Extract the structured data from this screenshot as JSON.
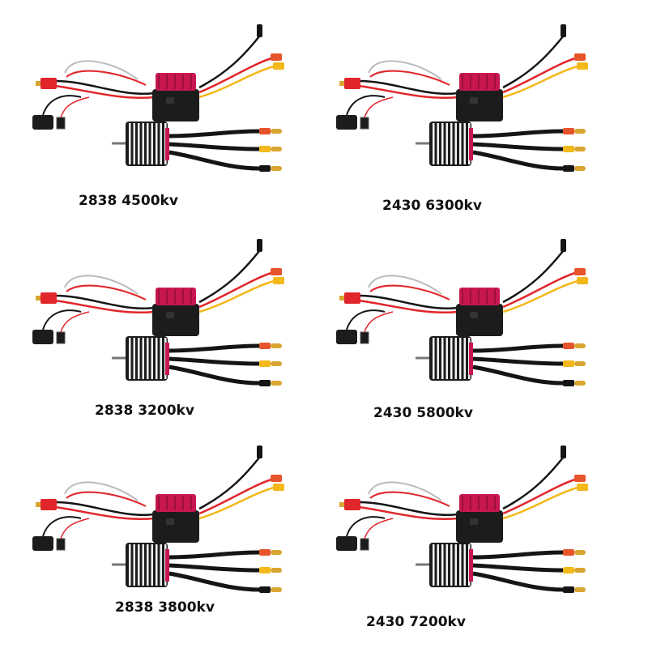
{
  "products": [
    {
      "label": "2838 4500kv"
    },
    {
      "label": "2430 6300kv"
    },
    {
      "label": "2838 3200kv"
    },
    {
      "label": "2430 5800kv"
    },
    {
      "label": "2838 3800kv"
    },
    {
      "label": "2430 7200kv"
    }
  ],
  "colors": {
    "esc_body": "#1c1c1c",
    "heatsink": "#c8174e",
    "wire_red": "#e0262b",
    "wire_yellow": "#f3b81a",
    "wire_black": "#151515",
    "connector_gold": "#d9a531",
    "connector_red_tip": "#e6542c",
    "fin_white": "#f2f2f2"
  }
}
